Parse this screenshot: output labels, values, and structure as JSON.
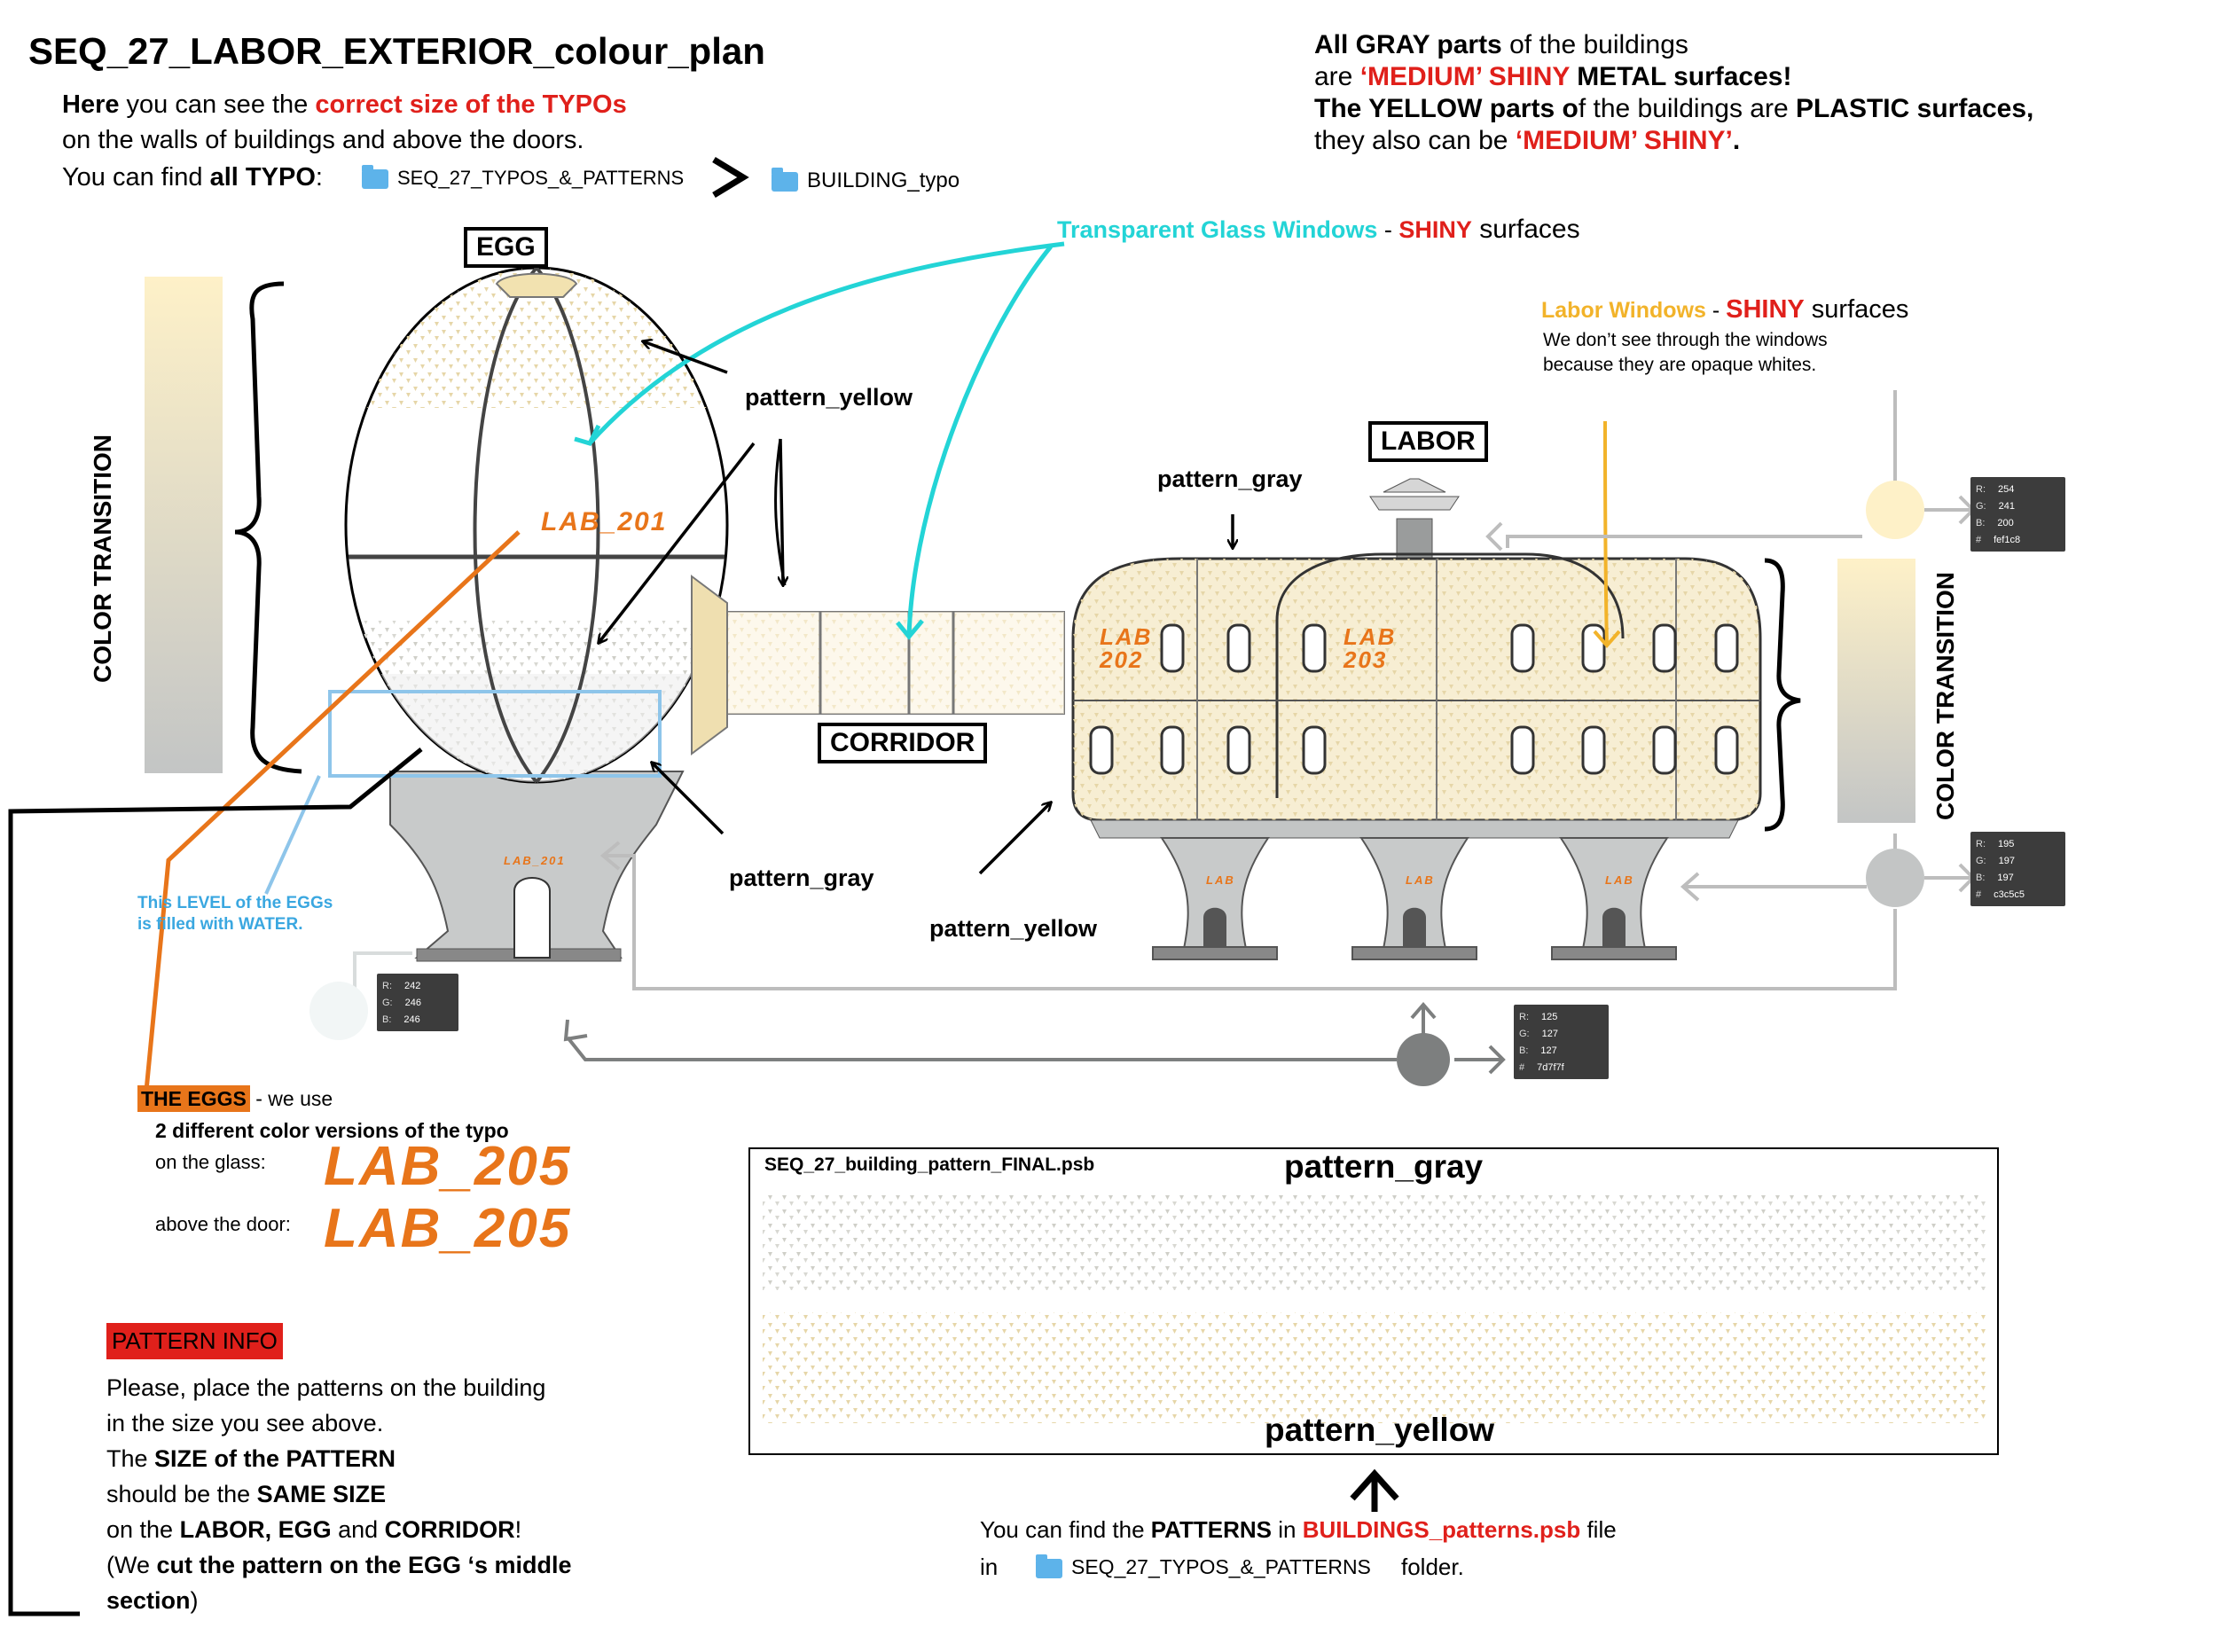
{
  "title": "SEQ_27_LABOR_EXTERIOR_colour_plan",
  "intro": {
    "l1a": "Here",
    "l1b": " you can see the ",
    "l1c": "correct size of the TYPOs",
    "l2": "on the walls of buildings and above the doors.",
    "l3a": "You can find ",
    "l3b": "all TYPO",
    "l3c": ":",
    "folder1": "SEQ_27_TYPOS_&_PATTERNS",
    "folder2": "BUILDING_typo"
  },
  "materials": {
    "m1a": "All GRAY parts",
    "m1b": " of the buildings",
    "m2a": "are ",
    "m2b": "‘MEDIUM’ SHINY",
    "m2c": " METAL surfaces!",
    "m3a": "The YELLOW parts o",
    "m3b": "f the buildings are ",
    "m3c": "PLASTIC surfaces,",
    "m4a": "they also can be ",
    "m4b": "‘MEDIUM’ SHINY’",
    "m4c": "."
  },
  "labels": {
    "egg": "EGG",
    "labor": "LABOR",
    "corridor": "CORRIDOR",
    "color_transition": "COLOR TRANSITION",
    "pattern_yellow": "pattern_yellow",
    "pattern_gray": "pattern_gray",
    "glass_a": "Transparent Glass Windows",
    "glass_b": " - ",
    "glass_c": "SHINY",
    "glass_d": " surfaces",
    "labor_win_a": "Labor Windows",
    "labor_win_b": " - ",
    "labor_win_c": "SHINY",
    "labor_win_d": " surfaces",
    "labor_note1": "We don’t see through the windows",
    "labor_note2": "because they are opaque whites.",
    "water1": "This LEVEL of the EGGs",
    "water2": "is filled with WATER."
  },
  "logos": {
    "egg_glass": "LAB_201",
    "l202": "LAB 202",
    "l203": "LAB 203",
    "big1": "LAB_205",
    "big2": "LAB_205",
    "small_egg_door": "LAB_201",
    "small_202": "LAB",
    "small_203": "LAB",
    "small_204": "LAB"
  },
  "swatches": [
    {
      "r": "254",
      "g": "241",
      "b": "200",
      "hex": "fef1c8",
      "color": "#fef1c8"
    },
    {
      "r": "195",
      "g": "197",
      "b": "197",
      "hex": "c3c5c5",
      "color": "#c3c5c5"
    },
    {
      "r": "242",
      "g": "246",
      "b": "246",
      "hex": "",
      "color": "#f2f6f6"
    },
    {
      "r": "125",
      "g": "127",
      "b": "127",
      "hex": "7d7f7f",
      "color": "#7d7f7f"
    }
  ],
  "eggs": {
    "a": "THE EGGS",
    "b": " - we use",
    "c": "2 different color versions of the typo",
    "d": "on the glass:",
    "e": "above the door:"
  },
  "pattern_info": {
    "heading": "PATTERN INFO",
    "l1": "Please, place the patterns on the building",
    "l2": "in the size you see above.",
    "l3a": "The ",
    "l3b": "SIZE of the PATTERN",
    "l4": " should be the ",
    "l4b": "SAME SIZE",
    "l5a": "on the ",
    "l5b": "LABOR, EGG",
    "l5c": " and ",
    "l5d": "CORRIDOR",
    "l5e": "!",
    "l6a": "(We ",
    "l6b": "cut the pattern on the EGG ‘s middle",
    "l7a": "section",
    "l7b": ")"
  },
  "pattern_box": {
    "file": "SEQ_27_building_pattern_FINAL.psb",
    "gray": "pattern_gray",
    "yellow": "pattern_yellow"
  },
  "footer": {
    "l1a": "You can find the ",
    "l1b": "PATTERNS",
    "l1c": " in ",
    "l1d": "BUILDINGS_patterns.psb",
    "l1e": " file",
    "l2a": "in",
    "folder": "SEQ_27_TYPOS_&_PATTERNS",
    "l2b": "folder."
  },
  "colors": {
    "yellow_fill": "#f6ecd0",
    "gray_fill": "#c3c5c5",
    "orange": "#e8751a",
    "red": "#e0201b",
    "cyan": "#23d4d6"
  }
}
